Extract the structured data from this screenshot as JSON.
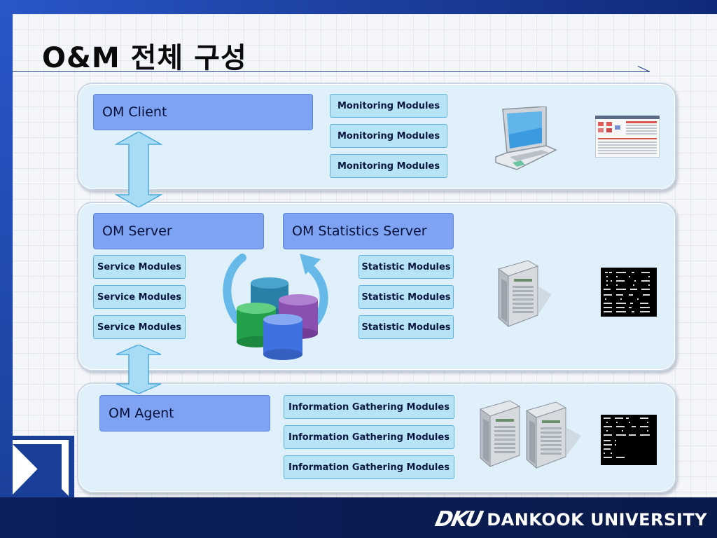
{
  "slide": {
    "title": "O&M 전체 구성",
    "logo": {
      "mark": "DKU",
      "text": "DANKOOK UNIVERSITY"
    }
  },
  "client_tier": {
    "head": "OM Client",
    "modules": [
      "Monitoring Modules",
      "Monitoring Modules",
      "Monitoring Modules"
    ]
  },
  "server_tier": {
    "om_server": "OM Server",
    "stats_server": "OM Statistics Server",
    "service_modules": [
      "Service Modules",
      "Service Modules",
      "Service Modules"
    ],
    "statistic_modules": [
      "Statistic Modules",
      "Statistic Modules",
      "Statistic Modules"
    ]
  },
  "agent_tier": {
    "head": "OM Agent",
    "modules": [
      "Information Gathering Modules",
      "Information Gathering Modules",
      "Information Gathering Modules"
    ]
  },
  "colors": {
    "panel_bg": "#dff0fb",
    "head_box": "#7ea3f2",
    "module_box": "#b7e3f7",
    "arrow": "#a8dcf5",
    "frame_blue": "#1a3f99"
  },
  "icons": [
    "laptop-icon",
    "dashboard-screenshot-icon",
    "server-tower-icon",
    "terminal-screen-icon",
    "database-cluster-icon",
    "cycle-arrows-icon"
  ]
}
